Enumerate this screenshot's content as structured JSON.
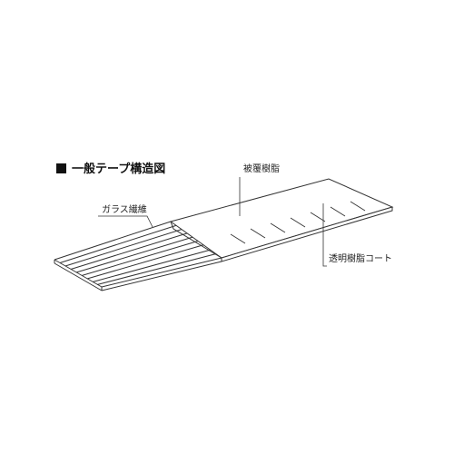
{
  "title": "一般テープ構造図",
  "labels": {
    "glass_fiber": "ガラス繊維",
    "coating_resin": "被覆樹脂",
    "clear_resin_coat": "透明樹脂コート"
  },
  "colors": {
    "line": "#333333",
    "text": "#222222",
    "background": "#ffffff"
  }
}
